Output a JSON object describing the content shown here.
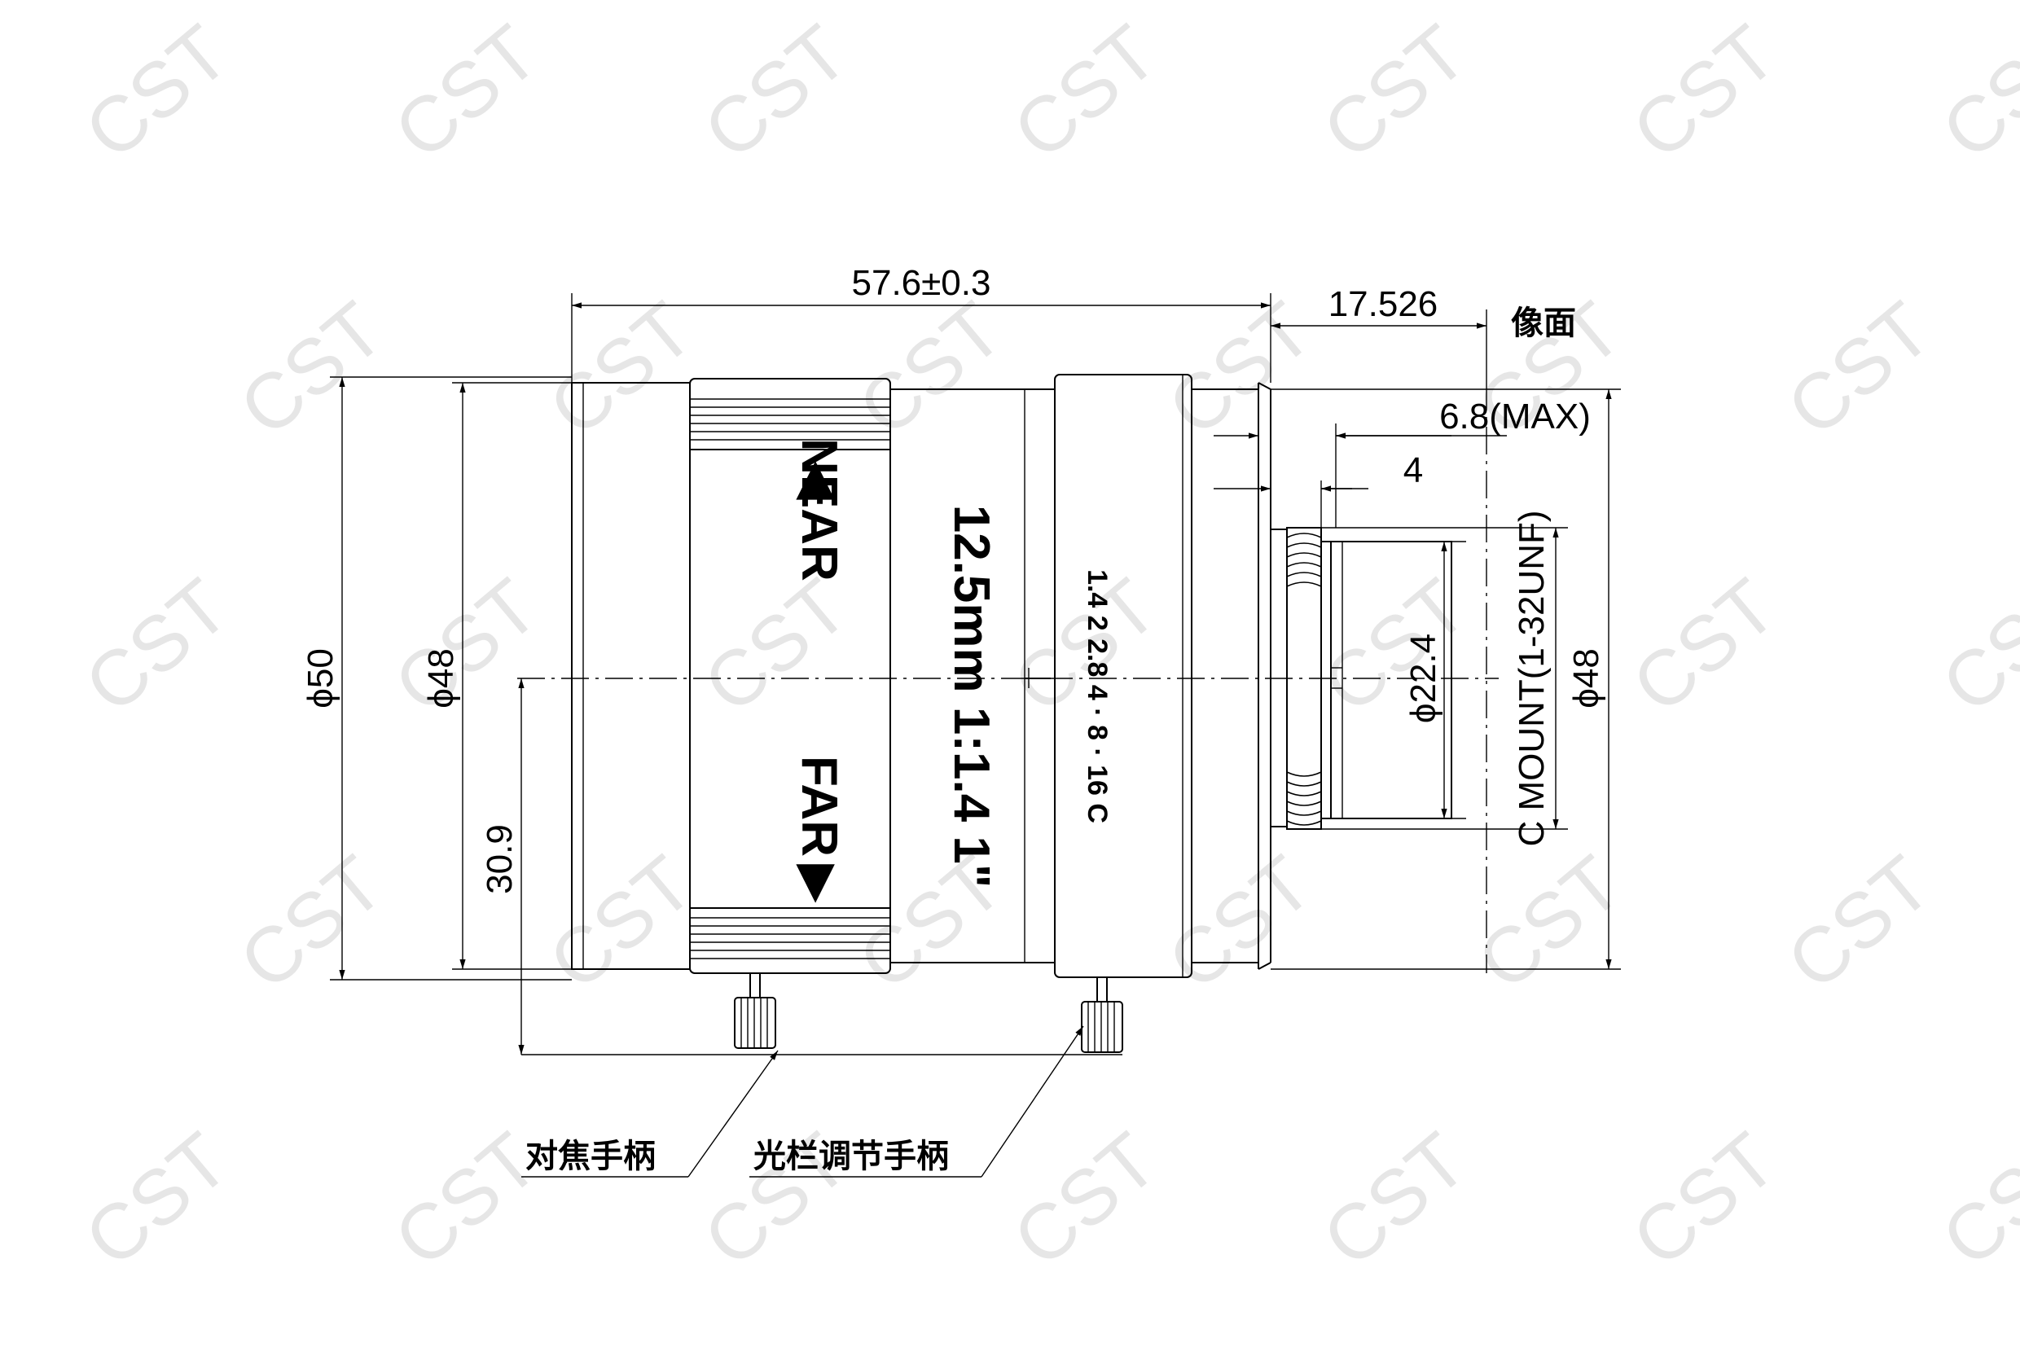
{
  "watermark": "CST",
  "dimensions": {
    "overall_length": "57.6±0.3",
    "flange_distance": "17.526",
    "back_protrusion": "6.8(MAX)",
    "thread_length": "4",
    "diameter_front": "ϕ50",
    "diameter_barrel": "ϕ48",
    "diameter_rear": "ϕ48",
    "diameter_back_tube": "ϕ22.4",
    "handle_height": "30.9"
  },
  "labels": {
    "image_plane": "像面",
    "mount_spec": "C MOUNT(1-32UNF)",
    "focus_handle": "对焦手柄",
    "iris_handle": "光栏调节手柄"
  },
  "lens_markings": {
    "near": "NEAR",
    "far": "FAR",
    "near_arrow": "◀",
    "far_arrow": "▶",
    "spec": "12.5mm 1:1.4 1\"",
    "f_stops": "1.4 2 2.8 4 · 8 · 16 C"
  }
}
